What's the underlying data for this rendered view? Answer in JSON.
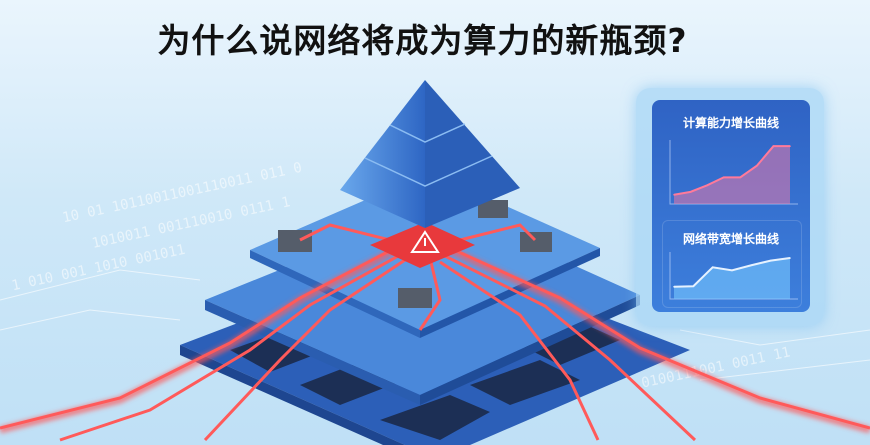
{
  "title": "为什么说网络将成为算力的新瓶颈?",
  "background_binary": [
    "10 01 10110011001110011 011 0",
    "1010011 001110010 0111 1",
    "1 010 001 1010 001011",
    "0100111001 0011 11"
  ],
  "panel": {
    "compute_chart_title": "计算能力增长曲线",
    "bandwidth_chart_title": "网络带宽增长曲线"
  },
  "colors": {
    "trace_red": "#ff5a5a",
    "board_blue": "#3c78d0",
    "panel_blue": "#2f63c4",
    "warning_red": "#e8393c"
  },
  "icons": {
    "center_chip": "warning-icon"
  },
  "chart_data": [
    {
      "type": "area",
      "title": "计算能力增长曲线",
      "x": [
        1,
        2,
        3,
        4,
        5,
        6,
        7,
        8
      ],
      "values": [
        1,
        1.4,
        2.3,
        3.4,
        3.4,
        5,
        7.7,
        7.7
      ]
    },
    {
      "type": "area",
      "title": "网络带宽增长曲线",
      "x": [
        1,
        2,
        3,
        4,
        5,
        6,
        7
      ],
      "values": [
        2,
        2.1,
        5.8,
        5.2,
        6.2,
        7.1,
        7.6
      ]
    }
  ]
}
